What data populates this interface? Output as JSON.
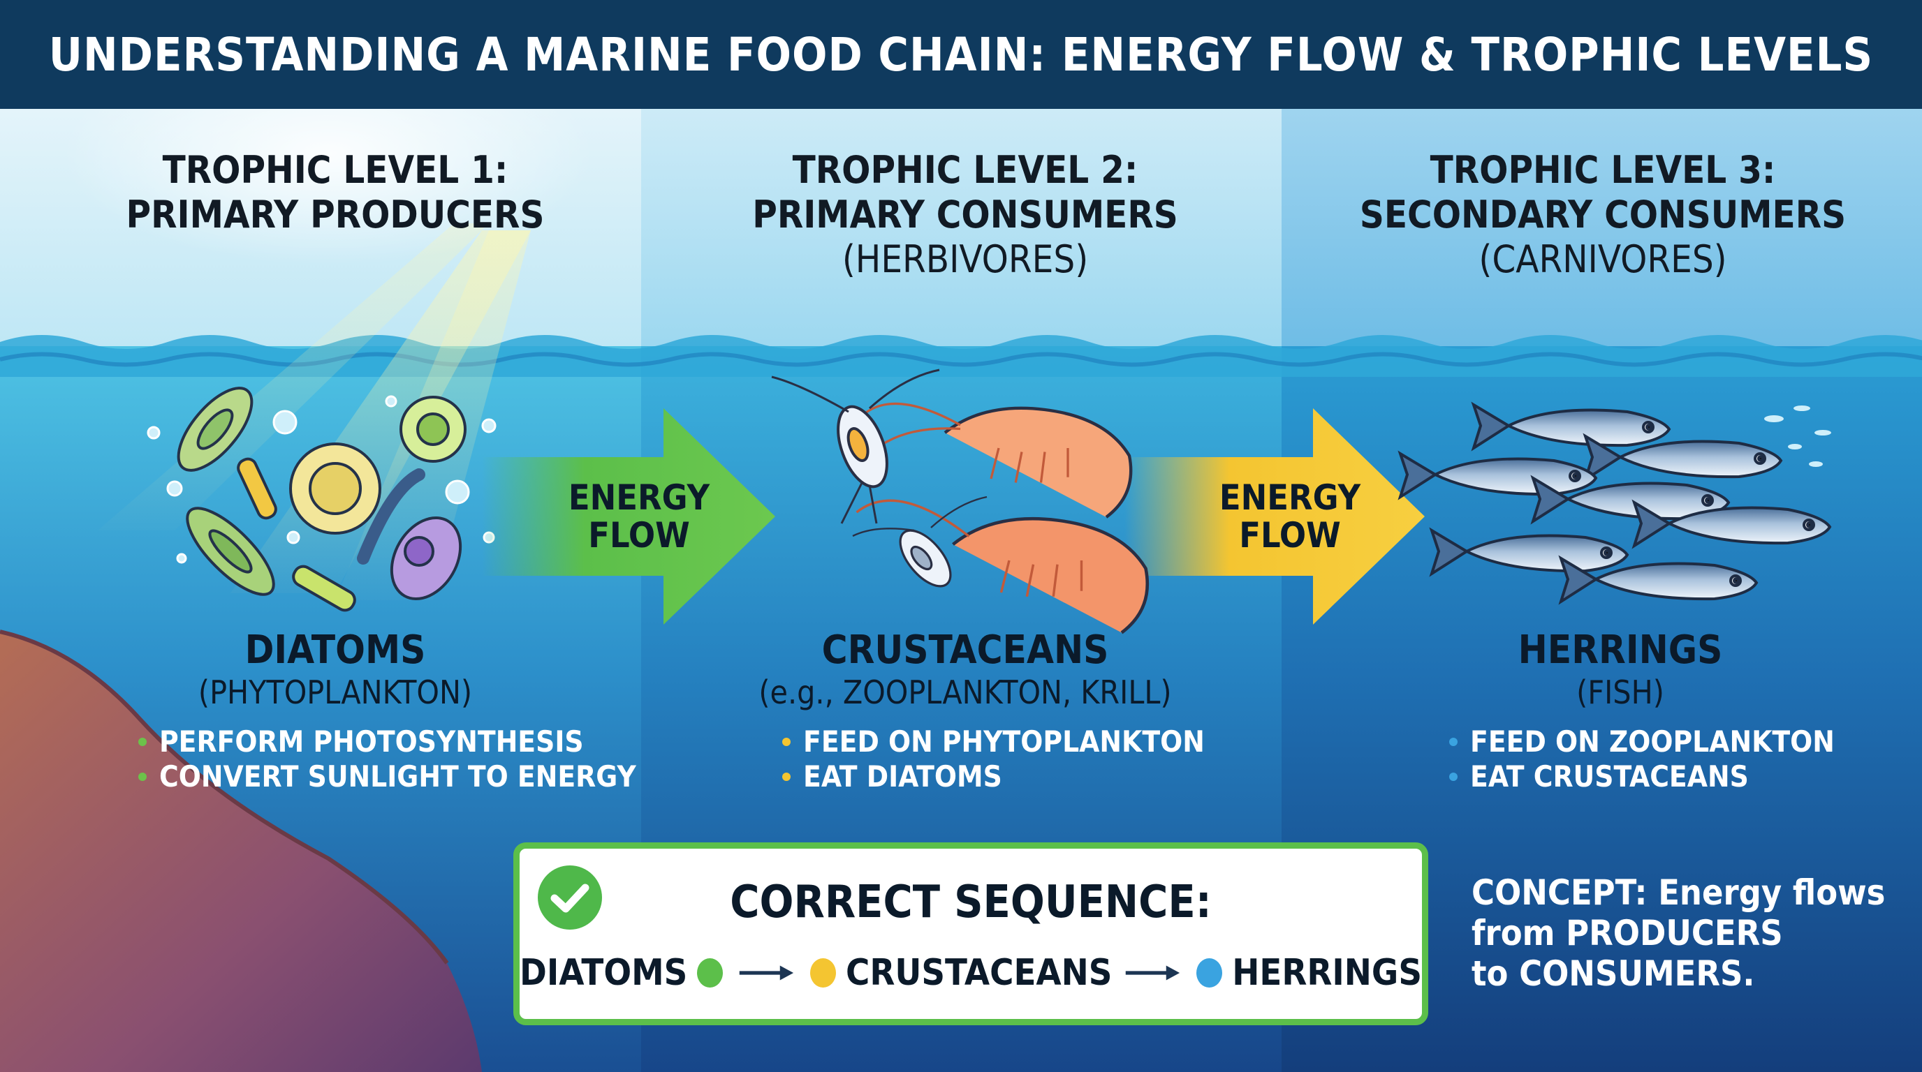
{
  "title": "UNDERSTANDING A MARINE FOOD CHAIN: ENERGY FLOW & TROPHIC LEVELS",
  "levels": [
    {
      "heading_line1": "TROPHIC LEVEL 1:",
      "heading_line2": "PRIMARY PRODUCERS",
      "heading_line3": "",
      "organism": "DIATOMS",
      "organism_sub": "(PHYTOPLANKTON)",
      "bullets": [
        "PERFORM PHOTOSYNTHESIS",
        "CONVERT SUNLIGHT TO ENERGY"
      ],
      "bullet_color": "#6cc24a",
      "illustration": "phytoplankton-illustration"
    },
    {
      "heading_line1": "TROPHIC LEVEL 2:",
      "heading_line2": "PRIMARY CONSUMERS",
      "heading_line3": "(HERBIVORES)",
      "organism": "CRUSTACEANS",
      "organism_sub": "(e.g., ZOOPLANKTON, KRILL)",
      "bullets": [
        "FEED ON PHYTOPLANKTON",
        "EAT DIATOMS"
      ],
      "bullet_color": "#f4c531",
      "illustration": "crustacean-illustration"
    },
    {
      "heading_line1": "TROPHIC LEVEL 3:",
      "heading_line2": "SECONDARY CONSUMERS",
      "heading_line3": "(CARNIVORES)",
      "organism": "HERRINGS",
      "organism_sub": "(FISH)",
      "bullets": [
        "FEED ON ZOOPLANKTON",
        "EAT CRUSTACEANS"
      ],
      "bullet_color": "#3aa3e0",
      "illustration": "herring-school-illustration"
    }
  ],
  "arrows": [
    {
      "line1": "ENERGY",
      "line2": "FLOW",
      "color": "#5cbf4a"
    },
    {
      "line1": "ENERGY",
      "line2": "FLOW",
      "color": "#f4c531"
    }
  ],
  "sequence": {
    "title": "CORRECT SEQUENCE:",
    "items": [
      {
        "label": "DIATOMS",
        "color": "#5cbf4a"
      },
      {
        "label": "CRUSTACEANS",
        "color": "#f4c531"
      },
      {
        "label": "HERRINGS",
        "color": "#3aa3e0"
      }
    ],
    "icon": "check-circle-icon"
  },
  "concept": {
    "line1": "CONCEPT: Energy flows",
    "line2": "from PRODUCERS",
    "line3": "to CONSUMERS."
  }
}
